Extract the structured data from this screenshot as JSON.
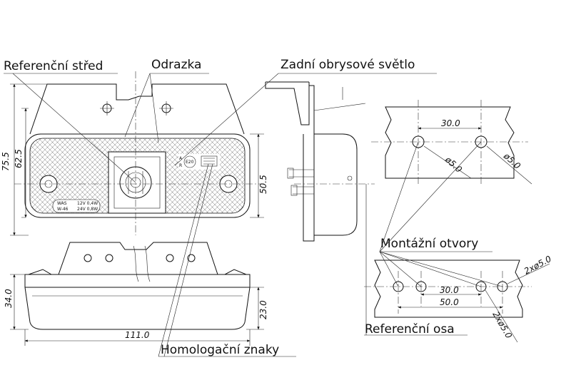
{
  "labels": {
    "reference_center": "Referenční střed",
    "reflector": "Odrazka",
    "rear_position_light": "Zadní obrysové světlo",
    "mounting_holes": "Montážní otvory",
    "reference_axis": "Referenční osa",
    "homologation_marks": "Homologační znaky"
  },
  "dimensions": {
    "height_total": "75.5",
    "height_lens": "62.5",
    "height_side": "50.5",
    "width_total": "111.0",
    "depth_total": "34.0",
    "depth_lens": "23.0",
    "hole_spacing_top": "30.0",
    "hole_dia_a": "ø5.0",
    "hole_dia_b": "ø5.0",
    "hole_spacing_bottom_inner": "30.0",
    "hole_spacing_bottom_outer": "50.0",
    "holes_2x_right": "2xø5.0",
    "holes_2x_lower": "2xø5.0"
  },
  "lamp_marks": {
    "brand": "WAS",
    "model": "W-46",
    "rating_12v": "12V 0,4W",
    "rating_24v": "24V 0,8W",
    "approval": "E20",
    "approval_side_a": "A",
    "approval_side_b": "R"
  }
}
